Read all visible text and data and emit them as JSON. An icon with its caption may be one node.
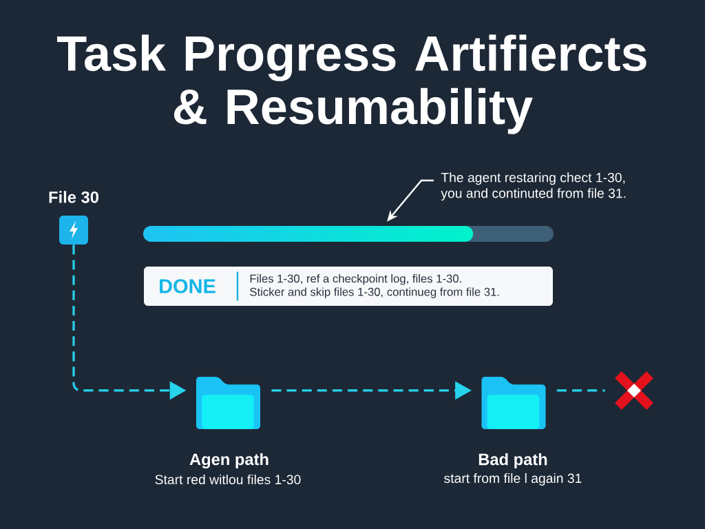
{
  "diagram": {
    "title": "Task Progress Artifiercts & Resumability",
    "nodes": [
      {
        "text": [],
        "shape": "box",
        "beside": [
          "File 30"
        ]
      },
      {
        "text": [
          "The agent restaring chect 1-30, you and continuted from file 31."
        ]
      },
      {
        "text": [],
        "shape": "bar"
      },
      {
        "text": [
          "DONE",
          "Files 1-30, ref a checkpoint log, files 1-30. Sticker and skip files 1-30, continueg from file 31."
        ]
      },
      {
        "text": [],
        "shape": "folder",
        "beside": [
          "Agen path",
          "Start red witlou files 1-30"
        ]
      },
      {
        "text": [],
        "shape": "folder",
        "beside": [
          "Bad path",
          "start from file l again 31"
        ]
      },
      {
        "text": [],
        "shape": "cross"
      }
    ],
    "edges": [
      {
        "from": 1,
        "to": 2,
        "arrow": "to",
        "color": "#ffffff"
      },
      {
        "from": 0,
        "to": 4,
        "arrow": "to",
        "style": "dashed"
      },
      {
        "from": 4,
        "to": 5,
        "arrow": "to",
        "style": "dashed"
      },
      {
        "from": 5,
        "to": 6,
        "arrow": "none",
        "style": "dashed"
      }
    ]
  }
}
